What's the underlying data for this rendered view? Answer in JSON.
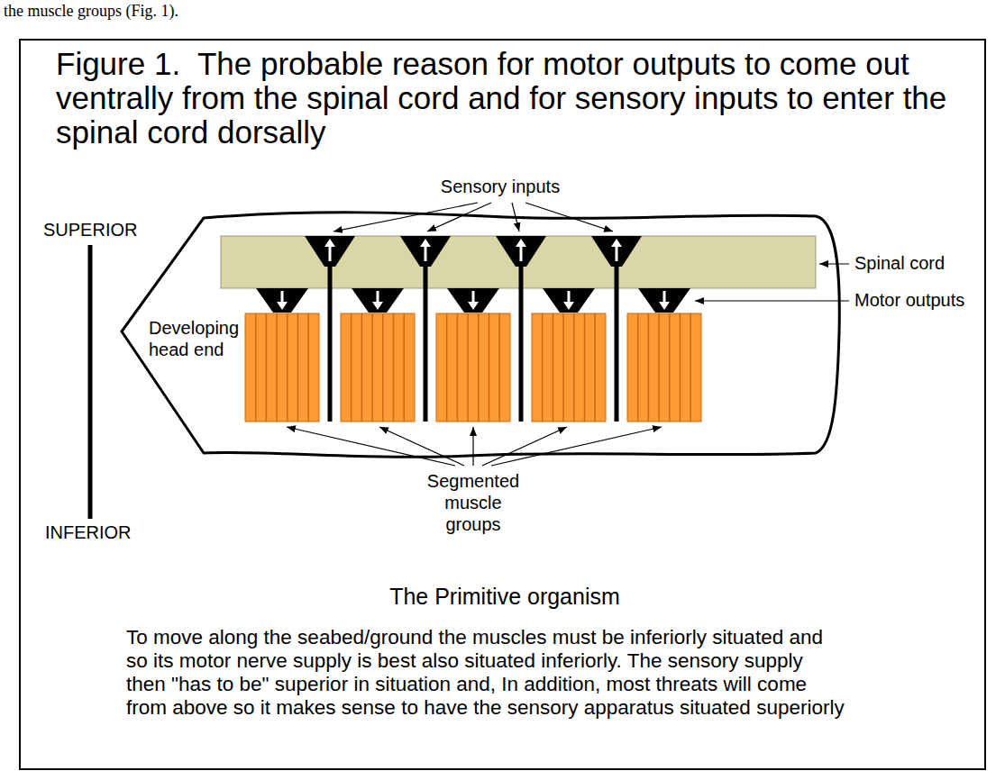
{
  "diagram": {
    "title": "Figure 1.  The probable reason for motor outputs to come out ventrally from the spinal cord and for sensory inputs to enter the spinal cord dorsally",
    "caption": "To move along the seabed/ground the muscles must be inferiorly situated and so its motor nerve supply is best also situated inferiorly. The sensory supply then \"has to be\" superior in situation and, In addition, most threats will come from above so it makes sense to have the sensory apparatus situated superiorly",
    "labels": [
      "the muscle groups (Fig. 1).",
      "Sensory inputs",
      "SUPERIOR",
      "Spinal cord",
      "Motor outputs",
      "Developing head end",
      "INFERIOR",
      "Segmented muscle groups",
      "The Primitive organism"
    ]
  }
}
